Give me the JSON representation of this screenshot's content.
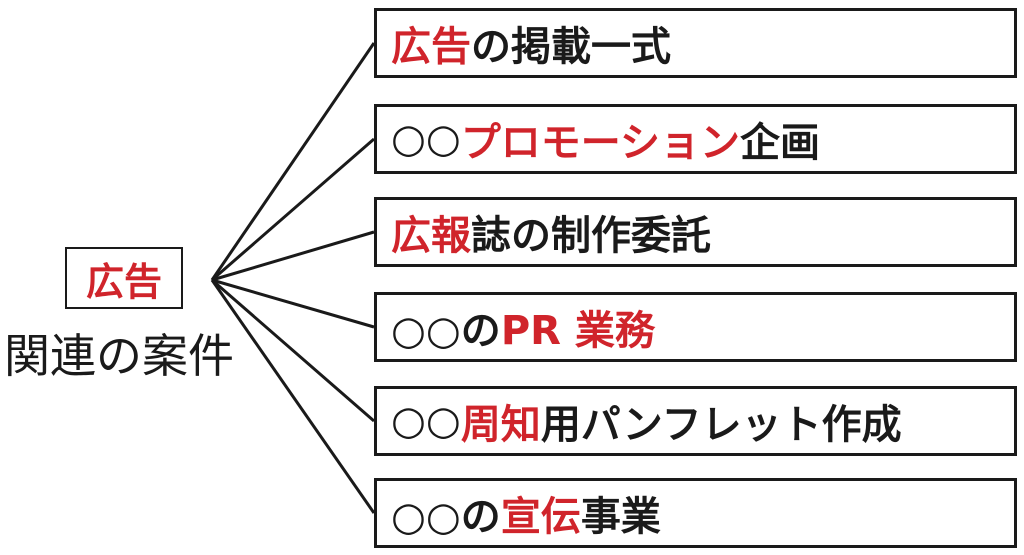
{
  "colors": {
    "text": "#1a1a1a",
    "accent": "#d0242b",
    "line": "#1a1a1a",
    "background": "#ffffff"
  },
  "hub": {
    "label": "広告",
    "caption": "関連の案件"
  },
  "items": [
    {
      "segments": [
        {
          "text": "広告",
          "accent": true
        },
        {
          "text": "の掲載一式",
          "accent": false
        }
      ]
    },
    {
      "segments": [
        {
          "text": "○○",
          "accent": false
        },
        {
          "text": "プロモーション",
          "accent": true
        },
        {
          "text": "企画",
          "accent": false
        }
      ]
    },
    {
      "segments": [
        {
          "text": "広報",
          "accent": true
        },
        {
          "text": "誌の制作委託",
          "accent": false
        }
      ]
    },
    {
      "segments": [
        {
          "text": "○○の ",
          "accent": false
        },
        {
          "text": "PR 業務",
          "accent": true
        }
      ]
    },
    {
      "segments": [
        {
          "text": "○○",
          "accent": false
        },
        {
          "text": "周知",
          "accent": true
        },
        {
          "text": "用パンフレット作成",
          "accent": false
        }
      ]
    },
    {
      "segments": [
        {
          "text": "○○の",
          "accent": false
        },
        {
          "text": "宣伝",
          "accent": true
        },
        {
          "text": "事業",
          "accent": false
        }
      ]
    }
  ]
}
